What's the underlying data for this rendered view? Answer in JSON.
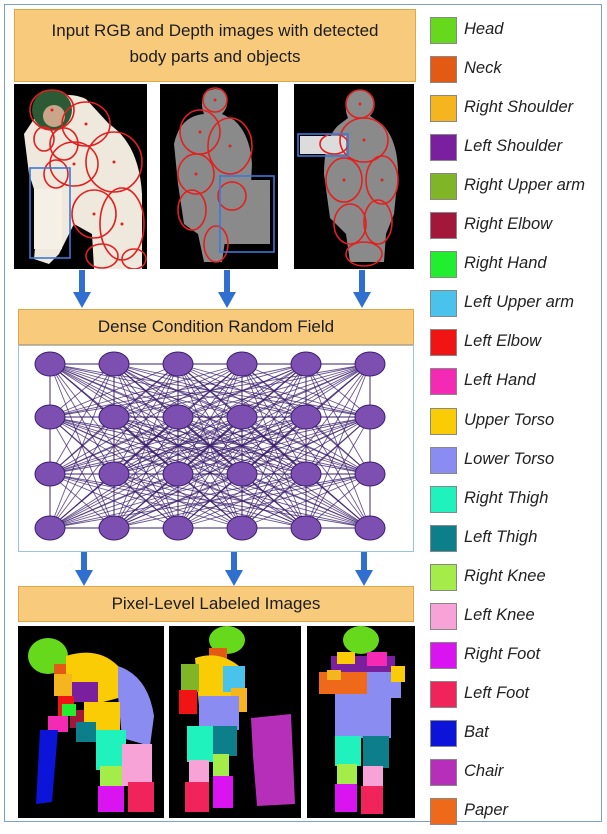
{
  "stages": {
    "input_title_line1": "Input RGB and Depth images with detected",
    "input_title_line2": "body parts and objects",
    "crf_title": "Dense Condition Random Field",
    "output_title": "Pixel-Level Labeled Images"
  },
  "legend": [
    {
      "label": "Head",
      "color": "#66d91c"
    },
    {
      "label": "Neck",
      "color": "#e35a14"
    },
    {
      "label": "Right Shoulder",
      "color": "#f4b51e"
    },
    {
      "label": "Left Shoulder",
      "color": "#7a1f9e"
    },
    {
      "label": "Right Upper arm",
      "color": "#7fb526"
    },
    {
      "label": "Right Elbow",
      "color": "#a3183a"
    },
    {
      "label": "Right Hand",
      "color": "#21ee2e"
    },
    {
      "label": "Left Upper arm",
      "color": "#4ac3ec"
    },
    {
      "label": "Left Elbow",
      "color": "#f01414"
    },
    {
      "label": "Left Hand",
      "color": "#f52ab4"
    },
    {
      "label": "Upper Torso",
      "color": "#f9cc06"
    },
    {
      "label": "Lower Torso",
      "color": "#8b8cf2"
    },
    {
      "label": "Right Thigh",
      "color": "#1ff2bd"
    },
    {
      "label": "Left Thigh",
      "color": "#0d7f8a"
    },
    {
      "label": "Right Knee",
      "color": "#a3ec4a"
    },
    {
      "label": "Left Knee",
      "color": "#f7a3d8"
    },
    {
      "label": "Right Foot",
      "color": "#d914f0"
    },
    {
      "label": "Left Foot",
      "color": "#f0245a"
    },
    {
      "label": "Bat",
      "color": "#0b14d8"
    },
    {
      "label": "Chair",
      "color": "#b52fb8"
    },
    {
      "label": "Paper",
      "color": "#ee6a1a"
    }
  ],
  "colors": {
    "banner_fill": "#f8cb7c",
    "crf_node": "#7c4fb0",
    "crf_edge": "#3b1d6e",
    "arrow": "#2f6fcf"
  }
}
